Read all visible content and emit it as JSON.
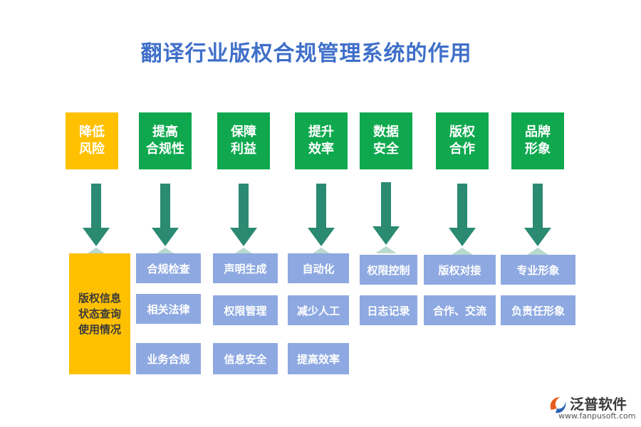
{
  "title": "翻译行业版权合规管理系统的作用",
  "colors": {
    "title": "#3f6fc9",
    "orange": "#ffc000",
    "green": "#0fa84e",
    "teal": "#2a8a72",
    "box": "#8ea9e1"
  },
  "columns": [
    {
      "head": "降低\n风险",
      "head_color": "orange",
      "items": [],
      "tall": "版权信息\n状态查询\n使用情况"
    },
    {
      "head": "提高\n合规性",
      "head_color": "green",
      "items": [
        "合规检查",
        "相关法律",
        "业务合规"
      ]
    },
    {
      "head": "保障\n利益",
      "head_color": "green",
      "items": [
        "声明生成",
        "权限管理",
        "信息安全"
      ]
    },
    {
      "head": "提升\n效率",
      "head_color": "green",
      "items": [
        "自动化",
        "减少人工",
        "提高效率"
      ]
    },
    {
      "head": "数据\n安全",
      "head_color": "green",
      "items": [
        "权限控制",
        "日志记录"
      ]
    },
    {
      "head": "版权\n合作",
      "head_color": "green",
      "items": [
        "版权对接",
        "合作、交流"
      ]
    },
    {
      "head": "品牌\n形象",
      "head_color": "green",
      "items": [
        "专业形象",
        "负责任形象"
      ]
    }
  ],
  "logo": {
    "name": "泛普软件",
    "url": "www.fanpusoft.com",
    "icon": "fanpu-logo-icon"
  }
}
